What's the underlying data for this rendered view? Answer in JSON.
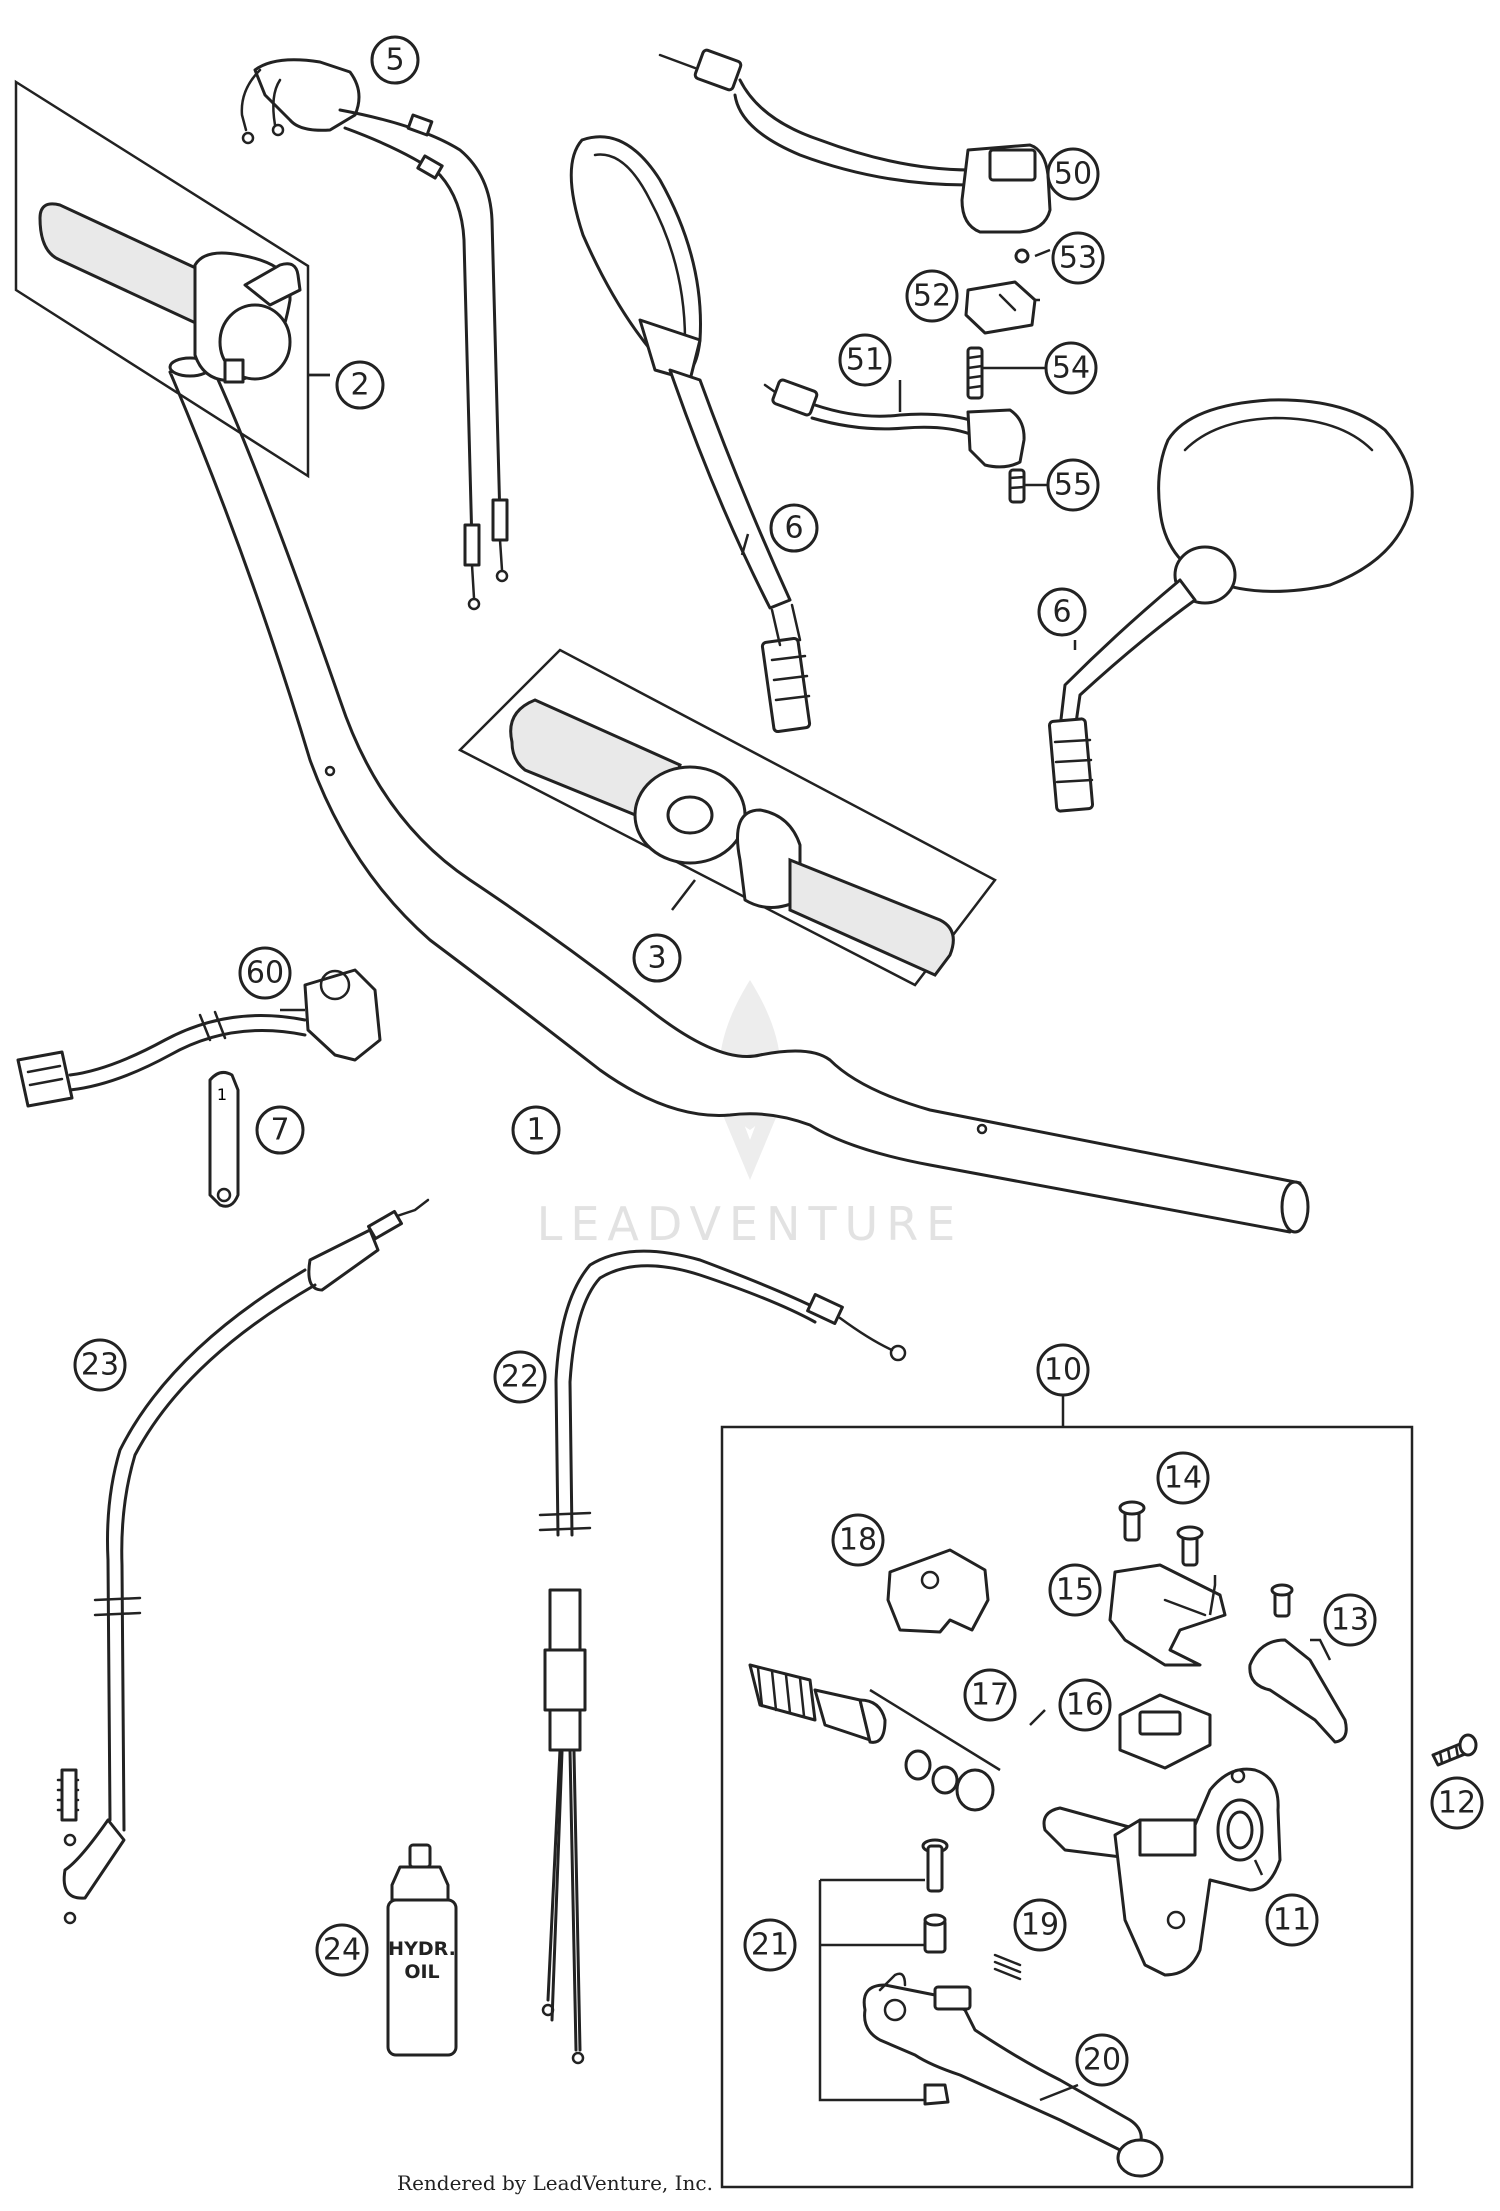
{
  "callouts": [
    {
      "id": "5",
      "label": "5"
    },
    {
      "id": "2",
      "label": "2"
    },
    {
      "id": "6a",
      "label": "6"
    },
    {
      "id": "50",
      "label": "50"
    },
    {
      "id": "53",
      "label": "53"
    },
    {
      "id": "52",
      "label": "52"
    },
    {
      "id": "54",
      "label": "54"
    },
    {
      "id": "51",
      "label": "51"
    },
    {
      "id": "55",
      "label": "55"
    },
    {
      "id": "6b",
      "label": "6"
    },
    {
      "id": "3",
      "label": "3"
    },
    {
      "id": "60",
      "label": "60"
    },
    {
      "id": "7",
      "label": "7"
    },
    {
      "id": "1",
      "label": "1"
    },
    {
      "id": "23",
      "label": "23"
    },
    {
      "id": "22",
      "label": "22"
    },
    {
      "id": "10",
      "label": "10"
    },
    {
      "id": "14",
      "label": "14"
    },
    {
      "id": "18",
      "label": "18"
    },
    {
      "id": "15",
      "label": "15"
    },
    {
      "id": "13",
      "label": "13"
    },
    {
      "id": "17",
      "label": "17"
    },
    {
      "id": "16",
      "label": "16"
    },
    {
      "id": "12",
      "label": "12"
    },
    {
      "id": "11",
      "label": "11"
    },
    {
      "id": "21",
      "label": "21"
    },
    {
      "id": "19",
      "label": "19"
    },
    {
      "id": "20",
      "label": "20"
    },
    {
      "id": "24",
      "label": "24"
    }
  ],
  "bottle_label": {
    "line1": "HYDR.",
    "line2": "OIL"
  },
  "bracket_tag": "1",
  "watermark": "LEADVENTURE",
  "credit": "Rendered by LeadVenture, Inc."
}
